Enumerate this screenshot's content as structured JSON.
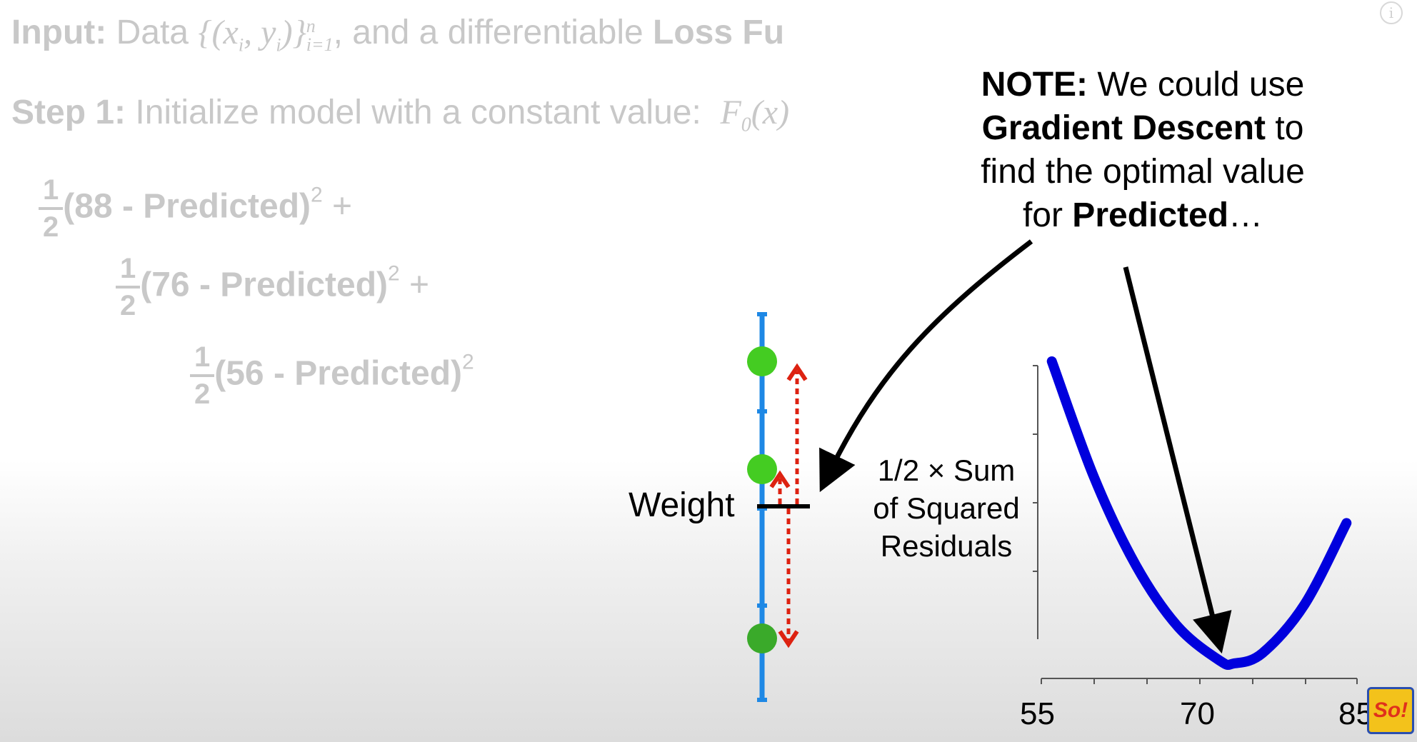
{
  "algorithm": {
    "input_label": "Input:",
    "input_text_1": "Data",
    "input_math": "{(x",
    "input_sub_i": "i",
    "input_math_2": ", y",
    "input_sub_i2": "i",
    "input_math_3": ")}",
    "input_sup_n": "n",
    "input_sub_range": "i=1",
    "input_text_2": ", and a differentiable",
    "input_loss": "Loss Fu",
    "step1_label": "Step 1:",
    "step1_text": "Initialize model with a constant value:",
    "step1_math": "F",
    "step1_sub": "0",
    "step1_math_2": "(x)"
  },
  "equation": {
    "half_num": "1",
    "half_den": "2",
    "terms": [
      {
        "open": "(88 - Predicted)",
        "sq": "2",
        "plus": "+"
      },
      {
        "open": "(76 - Predicted)",
        "sq": "2",
        "plus": "+"
      },
      {
        "open": "(56 - Predicted)",
        "sq": "2",
        "plus": ""
      }
    ]
  },
  "note": {
    "bold_1": "NOTE:",
    "text_1": " We could use",
    "bold_2": "Gradient Descent",
    "text_2": " to",
    "text_3": "find the optimal value",
    "text_4": "for ",
    "bold_3": "Predicted",
    "text_5": "…"
  },
  "weight_label": "Weight",
  "chart_data": {
    "type": "line",
    "ylabel_line1": "1/2 × Sum",
    "ylabel_line2": "of Squared",
    "ylabel_line3": "Residuals",
    "x_ticks": [
      "55",
      "70",
      "85"
    ],
    "xlim": [
      55,
      85
    ],
    "series": [
      {
        "x": [
          56,
          60,
          64,
          68,
          72,
          73.3,
          76,
          80,
          84
        ],
        "y": [
          820,
          548,
          340,
          196,
          116,
          110,
          134,
          248,
          440
        ]
      }
    ],
    "line_color": "#0000dd"
  },
  "colors": {
    "faded": "#c8c8c8",
    "axis_blue": "#1e88e5",
    "dot_green": "#44cc22",
    "arrow_red": "#dd2211"
  },
  "icons": {
    "info": "info-icon",
    "logo": "channel-logo"
  },
  "info_glyph": "i",
  "logo_text": "So!"
}
